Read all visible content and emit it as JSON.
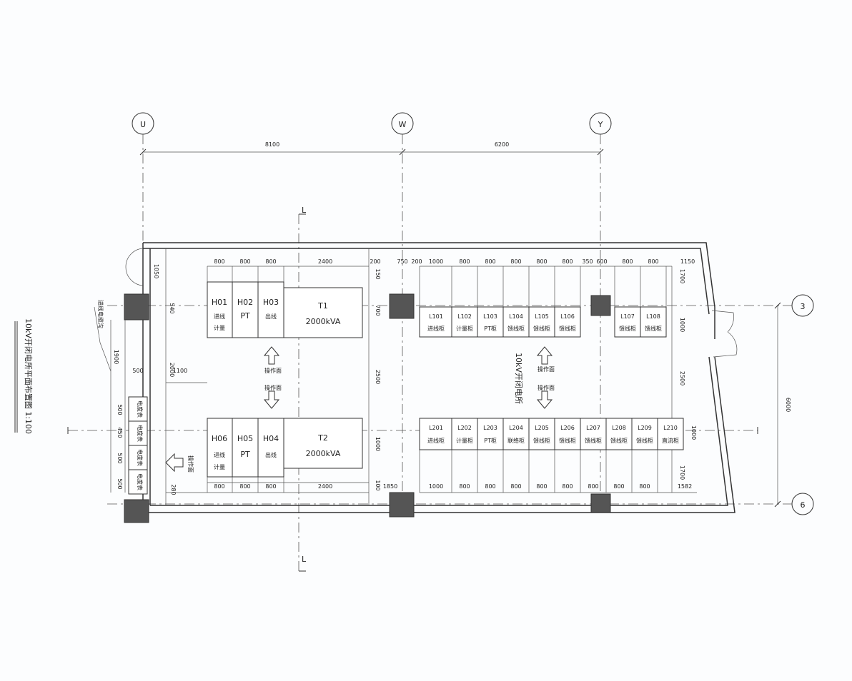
{
  "drawing_title": "10kV开闭电所平面布置图 1:100",
  "axes": {
    "u": "U",
    "w": "W",
    "y": "Y",
    "r3": "3",
    "r6": "6"
  },
  "overall_dims": {
    "uw": "8100",
    "wy": "6200",
    "vert": "6000"
  },
  "top_dims": [
    "800",
    "800",
    "800",
    "2400",
    "200",
    "750",
    "200",
    "1000",
    "800",
    "800",
    "800",
    "800",
    "800",
    "350",
    "600",
    "800",
    "800",
    "1150"
  ],
  "bottom_dims": [
    "800",
    "800",
    "800",
    "2400",
    "1850",
    "1000",
    "800",
    "800",
    "800",
    "800",
    "800",
    "800",
    "800",
    "800",
    "1582"
  ],
  "left_dims": [
    "1050",
    "540",
    "2000",
    "1100",
    "1900",
    "500",
    "280",
    "500",
    "450",
    "500",
    "500"
  ],
  "mid_dims": [
    "150",
    "700",
    "2500",
    "1000",
    "100"
  ],
  "right_dims": [
    "1700",
    "1000",
    "2500",
    "1000",
    "1700"
  ],
  "cab_top_left": [
    {
      "id": "H01",
      "l1": "进线",
      "l2": "计量"
    },
    {
      "id": "H02",
      "l1": "PT",
      "l2": ""
    },
    {
      "id": "H03",
      "l1": "出线",
      "l2": ""
    }
  ],
  "cab_bot_left": [
    {
      "id": "H06",
      "l1": "进线",
      "l2": "计量"
    },
    {
      "id": "H05",
      "l1": "PT",
      "l2": ""
    },
    {
      "id": "H04",
      "l1": "出线",
      "l2": ""
    }
  ],
  "t1": {
    "name": "T1",
    "rating": "2000kVA"
  },
  "t2": {
    "name": "T2",
    "rating": "2000kVA"
  },
  "cab_top_right": [
    {
      "id": "L101",
      "desc": "进线柜"
    },
    {
      "id": "L102",
      "desc": "计量柜"
    },
    {
      "id": "L103",
      "desc": "PT柜"
    },
    {
      "id": "L104",
      "desc": "馈线柜"
    },
    {
      "id": "L105",
      "desc": "馈线柜"
    },
    {
      "id": "L106",
      "desc": "馈线柜"
    },
    {
      "id": "L107",
      "desc": "馈线柜"
    },
    {
      "id": "L108",
      "desc": "馈线柜"
    }
  ],
  "cab_bot_right": [
    {
      "id": "L201",
      "desc": "进线柜"
    },
    {
      "id": "L202",
      "desc": "计量柜"
    },
    {
      "id": "L203",
      "desc": "PT柜"
    },
    {
      "id": "L204",
      "desc": "联络柜"
    },
    {
      "id": "L205",
      "desc": "馈线柜"
    },
    {
      "id": "L206",
      "desc": "馈线柜"
    },
    {
      "id": "L207",
      "desc": "馈线柜"
    },
    {
      "id": "L208",
      "desc": "馈线柜"
    },
    {
      "id": "L209",
      "desc": "馈线柜"
    },
    {
      "id": "L210",
      "desc": "直流柜"
    }
  ],
  "op_face_1": "操作面",
  "op_face_2": "操作面",
  "room_label": "10kV开闭电所",
  "op_face_3": "操作面",
  "op_face_4": "操作面",
  "left_note": "操作面",
  "wall_note": "进线电缆沟",
  "left_cabs": [
    "电度表",
    "电度表",
    "电度表",
    "电度表"
  ],
  "section_mark": "L"
}
